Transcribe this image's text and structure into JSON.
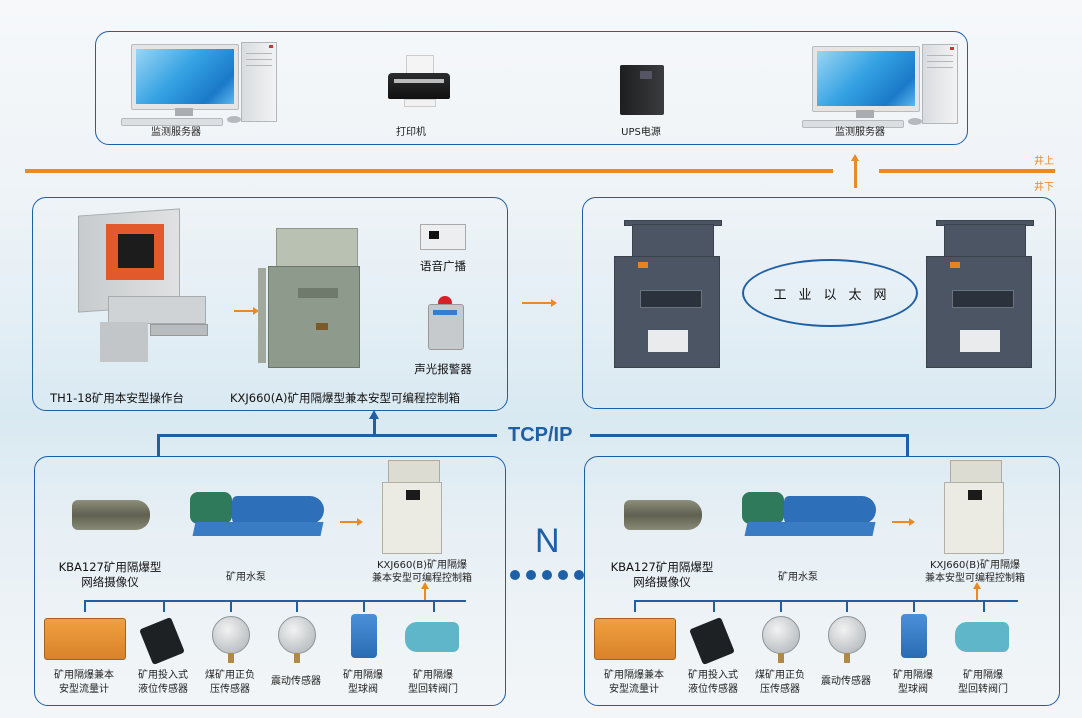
{
  "surface": {
    "above_ground_label": "井上",
    "below_ground_label": "井下",
    "devices": [
      {
        "label": "监测服务器",
        "icon": "computer-icon"
      },
      {
        "label": "打印机",
        "icon": "printer-icon"
      },
      {
        "label": "UPS电源",
        "icon": "ups-icon"
      },
      {
        "label": "监测服务器",
        "icon": "computer-icon"
      }
    ]
  },
  "control_center": {
    "console_label": "TH1-18矿用本安型操作台",
    "controller_label": "KXJ660(A)矿用隔爆型兼本安型可编程控制箱",
    "broadcast_label": "语音广播",
    "alarm_label": "声光报警器"
  },
  "network": {
    "ethernet_label": "工业以太网",
    "protocol_label": "TCP/IP",
    "repeat_label": "N"
  },
  "substations": [
    {
      "camera_label_1": "KBA127矿用隔爆型",
      "camera_label_2": "网络摄像仪",
      "pump_label": "矿用水泵",
      "controller_label_1": "KXJ660(B)矿用隔爆",
      "controller_label_2": "兼本安型可编程控制箱",
      "sensors": [
        {
          "line1": "矿用隔爆兼本",
          "line2": "安型流量计"
        },
        {
          "line1": "矿用投入式",
          "line2": "液位传感器"
        },
        {
          "line1": "煤矿用正负",
          "line2": "压传感器"
        },
        {
          "line1": "震动传感器",
          "line2": ""
        },
        {
          "line1": "矿用隔爆",
          "line2": "型球阀"
        },
        {
          "line1": "矿用隔爆",
          "line2": "型回转阀门"
        }
      ]
    },
    {
      "camera_label_1": "KBA127矿用隔爆型",
      "camera_label_2": "网络摄像仪",
      "pump_label": "矿用水泵",
      "controller_label_1": "KXJ660(B)矿用隔爆",
      "controller_label_2": "兼本安型可编程控制箱",
      "sensors": [
        {
          "line1": "矿用隔爆兼本",
          "line2": "安型流量计"
        },
        {
          "line1": "矿用投入式",
          "line2": "液位传感器"
        },
        {
          "line1": "煤矿用正负",
          "line2": "压传感器"
        },
        {
          "line1": "震动传感器",
          "line2": ""
        },
        {
          "line1": "矿用隔爆",
          "line2": "型球阀"
        },
        {
          "line1": "矿用隔爆",
          "line2": "型回转阀门"
        }
      ]
    }
  ],
  "colors": {
    "accent_blue": "#1f5fa6",
    "accent_orange": "#ea8a24"
  }
}
